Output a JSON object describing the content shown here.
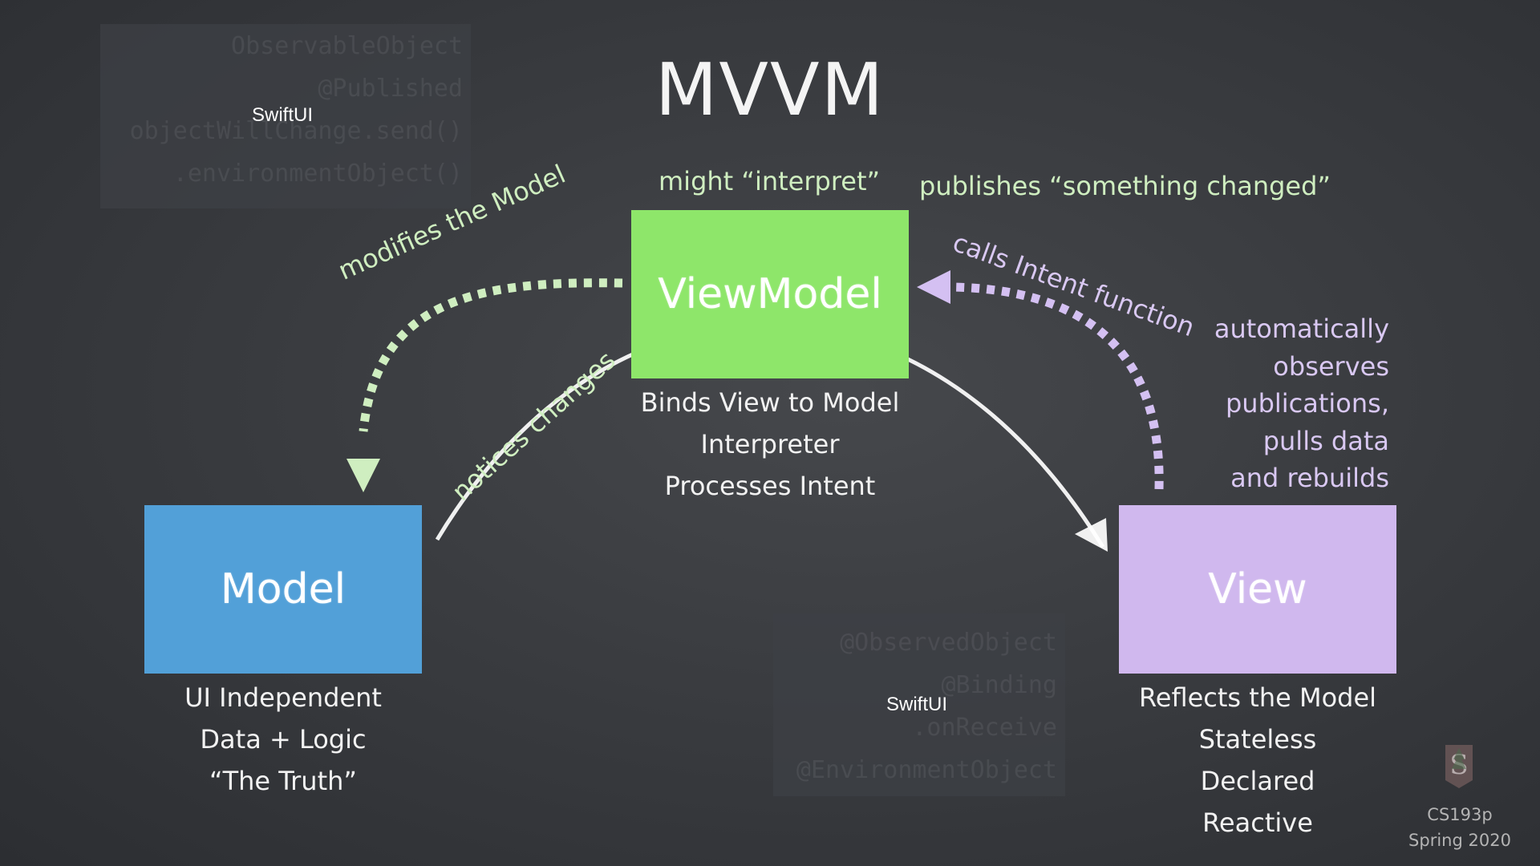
{
  "slide": {
    "title": "MVVM",
    "footer": {
      "course": "CS193p",
      "term": "Spring 2020"
    }
  },
  "swiftui_panel_top": {
    "label": "SwiftUI",
    "code_lines": [
      "ObservableObject",
      "@Published",
      "objectWillChange.send()",
      ".environmentObject()"
    ]
  },
  "swiftui_panel_bottom": {
    "label": "SwiftUI",
    "code_lines": [
      "@ObservedObject",
      "@Binding",
      ".onReceive",
      "@EnvironmentObject"
    ]
  },
  "viewmodel": {
    "label": "ViewModel",
    "color": "#8ee66a",
    "annotation": "might “interpret”",
    "caption": [
      "Binds View to Model",
      "Interpreter",
      "Processes Intent"
    ]
  },
  "model": {
    "label": "Model",
    "color": "#52a0d8",
    "caption": [
      "UI Independent",
      "Data + Logic",
      "“The Truth”"
    ]
  },
  "view": {
    "label": "View",
    "color": "#d0b8ee",
    "caption": [
      "Reflects the Model",
      "Stateless",
      "Declared",
      "Reactive"
    ]
  },
  "arrows": {
    "modifies": "modifies the Model",
    "notices": "notices changes",
    "calls_intent": "calls Intent function",
    "publishes": "publishes “something changed”",
    "observes": [
      "automatically",
      "observes",
      "publications,",
      "pulls data",
      "and rebuilds"
    ]
  },
  "colors": {
    "background": "#3a3c40",
    "green_arrow": "#cfeec0",
    "purple_arrow": "#d4c0f2",
    "white_arrow": "#ffffff"
  }
}
